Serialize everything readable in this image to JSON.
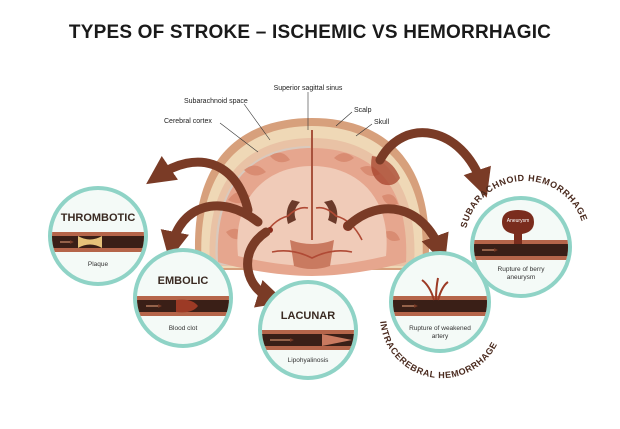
{
  "title": "TYPES OF STROKE – ISCHEMIC VS HEMORRHAGIC",
  "labels": {
    "superior_sagittal_sinus": "Superior sagittal sinus",
    "subarachnoid_space": "Subarachnoid space",
    "scalp": "Scalp",
    "cerebral_cortex": "Cerebral cortex",
    "skull": "Skull"
  },
  "circles": {
    "thrombotic": {
      "title": "THROMBOTIC",
      "caption": "Plaque"
    },
    "embolic": {
      "title": "EMBOLIC",
      "caption": "Blood clot"
    },
    "lacunar": {
      "title": "LACUNAR",
      "caption": "Lipohyalinosis"
    },
    "intracerebral": {
      "caption_line1": "Rupture of weakened",
      "caption_line2": "artery",
      "arc_label": "INTRACEREBRAL  HEMORRHAGE"
    },
    "subarachnoid": {
      "caption_line1": "Rupture of berry",
      "caption_line2": "aneurysm",
      "inset": "Aneurysm",
      "arc_label": "SUBARACHNOID  HEMORRHAGE"
    }
  },
  "colors": {
    "circle_ring": "#8fd3c6",
    "circle_fill": "#f4faf7",
    "arrow": "#7a3b26",
    "vessel_wall": "#b5654a",
    "vessel_lumen": "#3a1f17",
    "skull": "#efd8b6",
    "scalp": "#d7a07c",
    "brain": "#e6a68e",
    "white_matter": "#f0cbb8"
  }
}
